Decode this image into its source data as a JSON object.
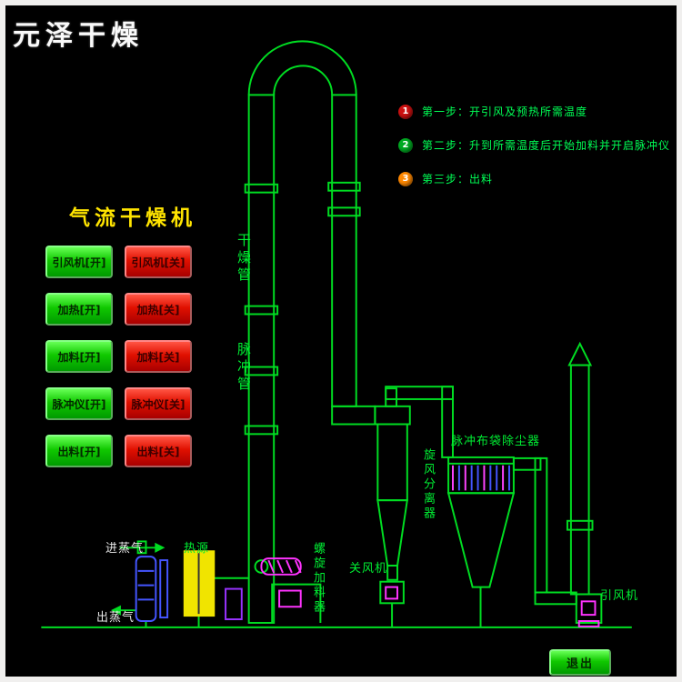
{
  "watermark": "元泽干燥",
  "panel": {
    "title": "气流干燥机"
  },
  "buttons": {
    "on": [
      "引风机[开]",
      "加热[开]",
      "加料[开]",
      "脉冲仪[开]",
      "出料[开]"
    ],
    "off": [
      "引风机[关]",
      "加热[关]",
      "加料[关]",
      "脉冲仪[关]",
      "出料[关]"
    ]
  },
  "steps": [
    {
      "num": "1",
      "text": "第一步：开引风及预热所需温度"
    },
    {
      "num": "2",
      "text": "第二步：升到所需温度后开始加料并开启脉冲仪"
    },
    {
      "num": "3",
      "text": "第三步：出料"
    }
  ],
  "labels": {
    "drying_pipe": "干燥管",
    "pulse_pipe": "脉冲管",
    "cyclone": "旋风分离器",
    "bag_filter": "脉冲布袋除尘器",
    "steam_in": "进蒸气",
    "heat_source": "热源",
    "steam_out": "出蒸气",
    "screw_feeder": "螺旋加料器",
    "air_lock": "关风机",
    "draft_fan": "引风机"
  },
  "exit_button": "退出",
  "colors": {
    "pipe_green": "#00dd22",
    "button_on": "#10c800",
    "button_off": "#dd1100",
    "title_yellow": "#ffe400",
    "step1_badge": "#cc1111",
    "step2_badge": "#00aa22",
    "step3_badge": "#ff8800",
    "heat_source_fill": "#f0e400",
    "accent_magenta": "#ff33ff",
    "accent_blue": "#4455ff"
  }
}
